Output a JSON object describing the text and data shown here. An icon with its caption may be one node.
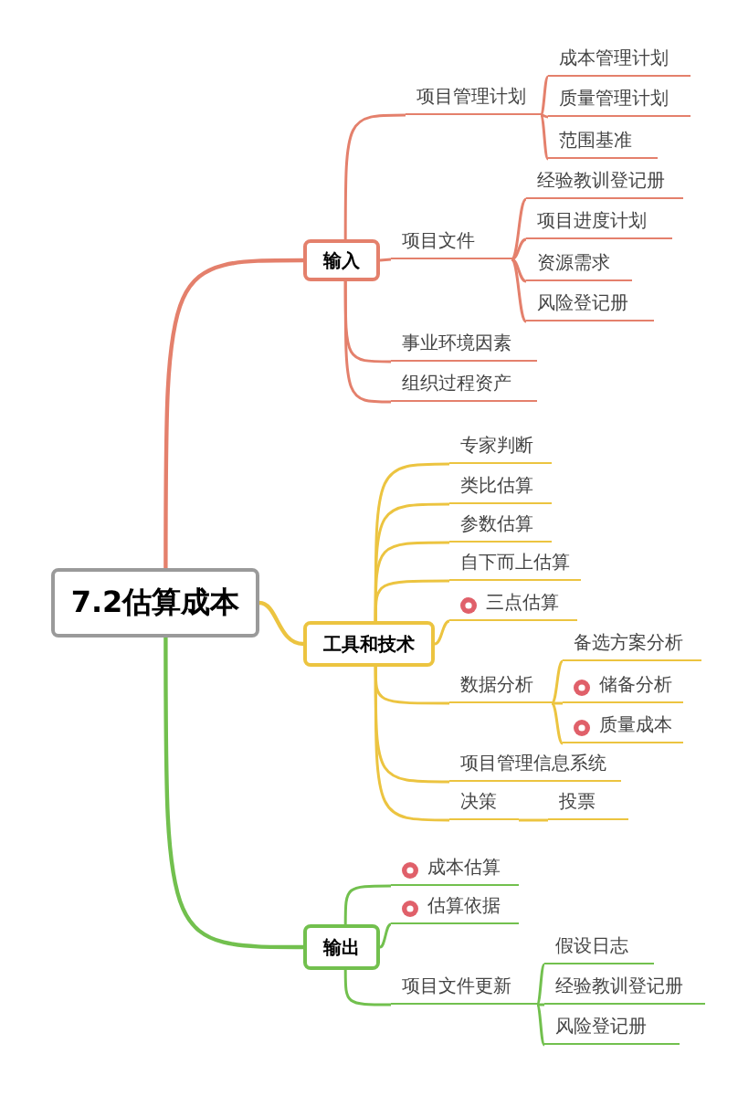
{
  "diagram": {
    "nodes": [
      {
        "text": [
          "7.2估算成本"
        ]
      },
      {
        "text": [
          "输入"
        ]
      },
      {
        "text": [
          "项目管理计划"
        ]
      },
      {
        "text": [
          "成本管理计划"
        ]
      },
      {
        "text": [
          "质量管理计划"
        ]
      },
      {
        "text": [
          "范围基准"
        ]
      },
      {
        "text": [
          "项目文件"
        ]
      },
      {
        "text": [
          "经验教训登记册"
        ]
      },
      {
        "text": [
          "项目进度计划"
        ]
      },
      {
        "text": [
          "资源需求"
        ]
      },
      {
        "text": [
          "风险登记册"
        ]
      },
      {
        "text": [
          "事业环境因素"
        ]
      },
      {
        "text": [
          "组织过程资产"
        ]
      },
      {
        "text": [
          "工具和技术"
        ]
      },
      {
        "text": [
          "专家判断"
        ]
      },
      {
        "text": [
          "类比估算"
        ]
      },
      {
        "text": [
          "参数估算"
        ]
      },
      {
        "text": [
          "自下而上估算"
        ]
      },
      {
        "text": [
          "三点估算"
        ]
      },
      {
        "text": [
          "数据分析"
        ]
      },
      {
        "text": [
          "备选方案分析"
        ]
      },
      {
        "text": [
          "储备分析"
        ]
      },
      {
        "text": [
          "质量成本"
        ]
      },
      {
        "text": [
          "项目管理信息系统"
        ]
      },
      {
        "text": [
          "决策"
        ]
      },
      {
        "text": [
          "投票"
        ]
      },
      {
        "text": [
          "输出"
        ]
      },
      {
        "text": [
          "成本估算"
        ]
      },
      {
        "text": [
          "估算依据"
        ]
      },
      {
        "text": [
          "项目文件更新"
        ]
      },
      {
        "text": [
          "假设日志"
        ]
      },
      {
        "text": [
          "经验教训登记册"
        ]
      },
      {
        "text": [
          "风险登记册"
        ]
      }
    ],
    "edges": [
      {
        "from": 0,
        "to": 1,
        "arrow": "none",
        "color": "#e4806c"
      },
      {
        "from": 1,
        "to": 2,
        "arrow": "none",
        "color": "#e4806c"
      },
      {
        "from": 2,
        "to": 3,
        "arrow": "none",
        "color": "#e4806c"
      },
      {
        "from": 2,
        "to": 4,
        "arrow": "none",
        "color": "#e4806c"
      },
      {
        "from": 2,
        "to": 5,
        "arrow": "none",
        "color": "#e4806c"
      },
      {
        "from": 1,
        "to": 6,
        "arrow": "none",
        "color": "#e4806c"
      },
      {
        "from": 6,
        "to": 7,
        "arrow": "none",
        "color": "#e4806c"
      },
      {
        "from": 6,
        "to": 8,
        "arrow": "none",
        "color": "#e4806c"
      },
      {
        "from": 6,
        "to": 9,
        "arrow": "none",
        "color": "#e4806c"
      },
      {
        "from": 6,
        "to": 10,
        "arrow": "none",
        "color": "#e4806c"
      },
      {
        "from": 1,
        "to": 11,
        "arrow": "none",
        "color": "#e4806c"
      },
      {
        "from": 1,
        "to": 12,
        "arrow": "none",
        "color": "#e4806c"
      },
      {
        "from": 0,
        "to": 13,
        "arrow": "none",
        "color": "#ecc440"
      },
      {
        "from": 13,
        "to": 14,
        "arrow": "none",
        "color": "#ecc440"
      },
      {
        "from": 13,
        "to": 15,
        "arrow": "none",
        "color": "#ecc440"
      },
      {
        "from": 13,
        "to": 16,
        "arrow": "none",
        "color": "#ecc440"
      },
      {
        "from": 13,
        "to": 17,
        "arrow": "none",
        "color": "#ecc440"
      },
      {
        "from": 13,
        "to": 18,
        "arrow": "none",
        "color": "#ecc440"
      },
      {
        "from": 13,
        "to": 19,
        "arrow": "none",
        "color": "#ecc440"
      },
      {
        "from": 19,
        "to": 20,
        "arrow": "none",
        "color": "#ecc440"
      },
      {
        "from": 19,
        "to": 21,
        "arrow": "none",
        "color": "#ecc440"
      },
      {
        "from": 19,
        "to": 22,
        "arrow": "none",
        "color": "#ecc440"
      },
      {
        "from": 13,
        "to": 23,
        "arrow": "none",
        "color": "#ecc440"
      },
      {
        "from": 13,
        "to": 24,
        "arrow": "none",
        "color": "#ecc440"
      },
      {
        "from": 24,
        "to": 25,
        "arrow": "none",
        "color": "#ecc440"
      },
      {
        "from": 0,
        "to": 26,
        "arrow": "none",
        "color": "#72c04e"
      },
      {
        "from": 26,
        "to": 27,
        "arrow": "none",
        "color": "#72c04e"
      },
      {
        "from": 26,
        "to": 28,
        "arrow": "none",
        "color": "#72c04e"
      },
      {
        "from": 26,
        "to": 29,
        "arrow": "none",
        "color": "#72c04e"
      },
      {
        "from": 29,
        "to": 30,
        "arrow": "none",
        "color": "#72c04e"
      },
      {
        "from": 29,
        "to": 31,
        "arrow": "none",
        "color": "#72c04e"
      },
      {
        "from": 29,
        "to": 32,
        "arrow": "none",
        "color": "#72c04e"
      }
    ]
  }
}
